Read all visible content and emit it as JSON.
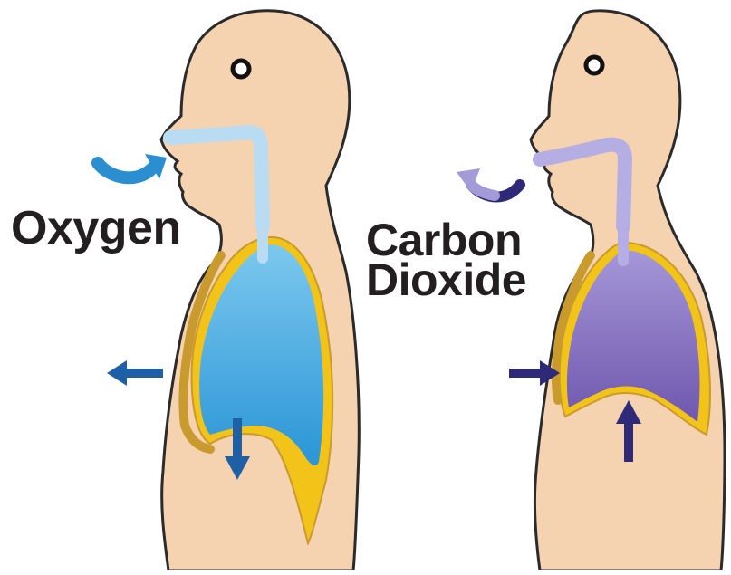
{
  "labels": {
    "inhale": "Oxygen",
    "exhale_line1": "Carbon",
    "exhale_line2": "Dioxide"
  },
  "colors": {
    "skin": "#f5d2b0",
    "outline": "#2b2b2b",
    "pleura": "#f2c318",
    "rib_wall": "#c99a2e",
    "oxygen_lung_top": "#7cc8ee",
    "oxygen_lung_bottom": "#2a95d6",
    "oxygen_airway": "#b9dcf2",
    "oxygen_arrow": "#2b8ed0",
    "co2_lung_top": "#a597d8",
    "co2_lung_bottom": "#6f57ad",
    "co2_airway": "#b5aee2",
    "co2_arrow": "#2f2a78",
    "movement_arrow_inhale": "#1f5fa6",
    "movement_arrow_exhale": "#2f2a78"
  },
  "icons": [
    "curved-inhale-arrow-icon",
    "curved-exhale-arrow-icon",
    "chest-expand-arrow-icon",
    "diaphragm-down-arrow-icon",
    "chest-contract-arrow-icon",
    "diaphragm-up-arrow-icon"
  ]
}
